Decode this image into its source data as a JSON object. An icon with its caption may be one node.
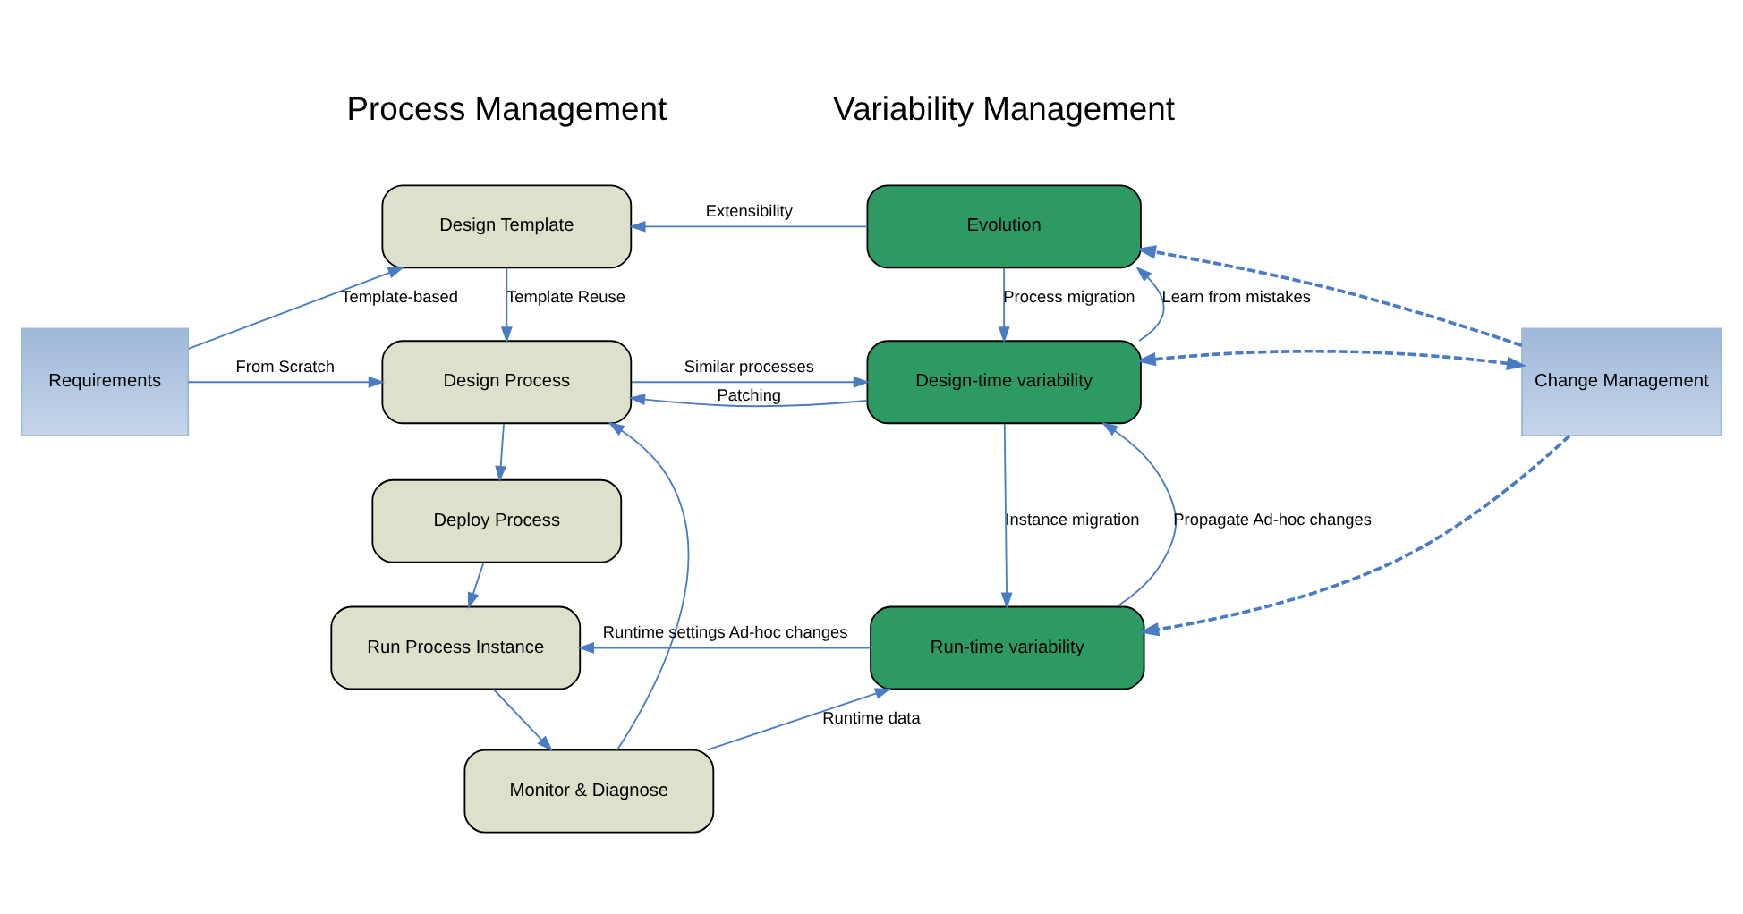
{
  "diagram": {
    "nodes": [
      {
        "text": [
          "Requirements"
        ]
      },
      {
        "text": [
          "Design Template"
        ]
      },
      {
        "text": [
          "Design Process"
        ]
      },
      {
        "text": [
          "Deploy Process"
        ]
      },
      {
        "text": [
          "Run Process Instance"
        ]
      },
      {
        "text": [
          "Monitor & Diagnose"
        ]
      },
      {
        "text": [
          "Evolution"
        ]
      },
      {
        "text": [
          "Design-time variability"
        ]
      },
      {
        "text": [
          "Run-time variability"
        ]
      },
      {
        "text": [
          "Change Management"
        ]
      }
    ],
    "edges": [
      {
        "from": 0,
        "to": 1,
        "arrow": "to",
        "label": "Template-based"
      },
      {
        "from": 0,
        "to": 2,
        "arrow": "to",
        "label": "From Scratch"
      },
      {
        "from": 1,
        "to": 2,
        "arrow": "to",
        "label": "Template Reuse"
      },
      {
        "from": 2,
        "to": 3,
        "arrow": "to"
      },
      {
        "from": 3,
        "to": 4,
        "arrow": "to"
      },
      {
        "from": 4,
        "to": 5,
        "arrow": "to"
      },
      {
        "from": 5,
        "to": 2,
        "arrow": "to"
      },
      {
        "from": 6,
        "to": 1,
        "arrow": "to",
        "label": "Extensibility"
      },
      {
        "from": 7,
        "to": 2,
        "arrow": "to",
        "label": "Patching"
      },
      {
        "from": 2,
        "to": 7,
        "arrow": "to",
        "label": "Similar processes"
      },
      {
        "from": 7,
        "to": 6,
        "arrow": "to",
        "label": "Learn from mistakes"
      },
      {
        "from": 6,
        "to": 7,
        "arrow": "to",
        "label": "Process migration"
      },
      {
        "from": 7,
        "to": 8,
        "arrow": "to",
        "label": "Instance migration"
      },
      {
        "from": 8,
        "to": 7,
        "arrow": "to",
        "label": "Propagate Ad-hoc changes"
      },
      {
        "from": 8,
        "to": 4,
        "arrow": "to",
        "label": "Runtime settings Ad-hoc changes"
      },
      {
        "from": 5,
        "to": 8,
        "arrow": "to",
        "label": "Runtime data"
      },
      {
        "from": 9,
        "to": 6,
        "arrow": "to",
        "style": "dashed"
      },
      {
        "from": 9,
        "to": 7,
        "arrow": "both",
        "style": "dashed"
      },
      {
        "from": 9,
        "to": 8,
        "arrow": "to",
        "style": "dashed"
      }
    ],
    "labels": [
      "Process Management",
      "Variability Management"
    ]
  }
}
